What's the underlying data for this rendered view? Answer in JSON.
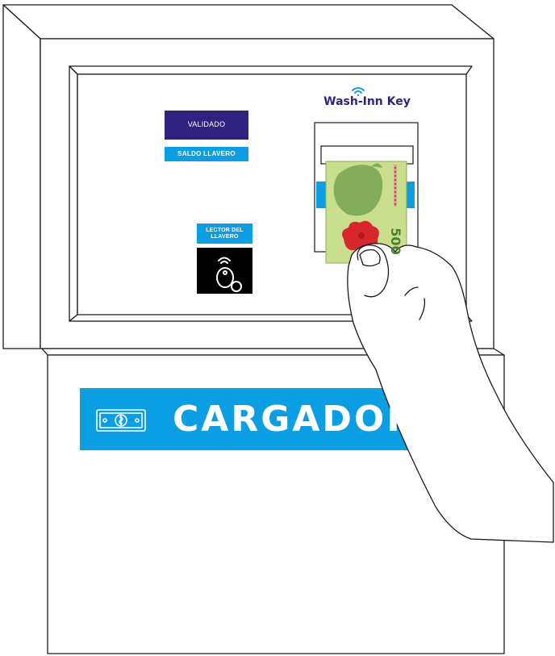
{
  "brand": {
    "name": "Wash-Inn Key"
  },
  "panel": {
    "status_label": "VALIDADO",
    "balance_label": "SALDO LLAVERO",
    "reader_label": "LECTOR DEL LLAVERO"
  },
  "banner": {
    "title": "CARGADOR"
  },
  "banknote": {
    "value": "500"
  },
  "icons": {
    "wifi": "wifi-icon",
    "keyfob": "keyfob-icon",
    "money": "money-icon"
  },
  "colors": {
    "navy": "#2f237f",
    "blue": "#0b9ee2",
    "note_green": "#c9df8e",
    "note_red": "#d8262c"
  }
}
